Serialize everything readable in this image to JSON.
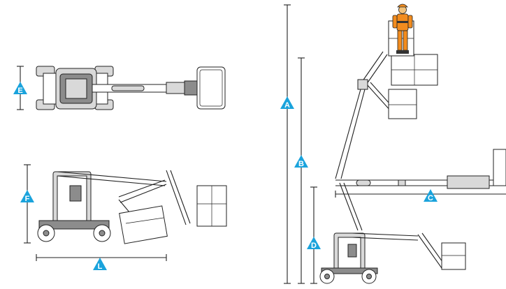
{
  "colors": {
    "marker": "#1aa3dc",
    "marker_text": "#ffffff",
    "line": "#222222",
    "machine_fill": "#d9d9d9",
    "machine_dark": "#8c8c8c",
    "worker_suit": "#f28c1e",
    "worker_dark": "#333333"
  },
  "dimension_markers": {
    "E": "E",
    "F": "F",
    "L": "L",
    "A": "A",
    "B": "B",
    "C": "C",
    "D": "D"
  },
  "icons": [
    "dimension-marker-icon",
    "worker-figure-icon",
    "wheel-icon"
  ]
}
